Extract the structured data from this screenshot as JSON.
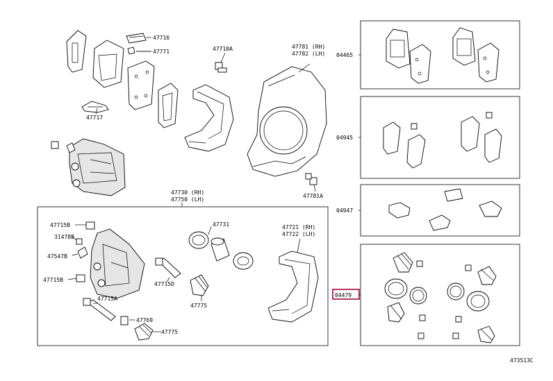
{
  "labels": {
    "l47716": "47716",
    "l47771": "47771",
    "l47717": "47717",
    "l47710A": "47710A",
    "l47781rh": "47781 (RH)",
    "l47782lh": "47782 (LH)",
    "l47781A": "47781A",
    "l47730rh": "47730 (RH)",
    "l47750lh": "47750 (LH)",
    "l47715B_1": "47715B",
    "l31478B": "31478B",
    "l47547B": "47547B",
    "l47715B_2": "47715B",
    "l47715A": "47715A",
    "l47769": "47769",
    "l47775_1": "47775",
    "l47715D": "47715D",
    "l47775_2": "47775",
    "l47731": "47731",
    "l47721rh": "47721 (RH)",
    "l47722lh": "47722 (LH)",
    "l04465": "04465",
    "l04945": "04945",
    "l04947": "04947",
    "l04479": "04479",
    "ref": "473513C"
  }
}
